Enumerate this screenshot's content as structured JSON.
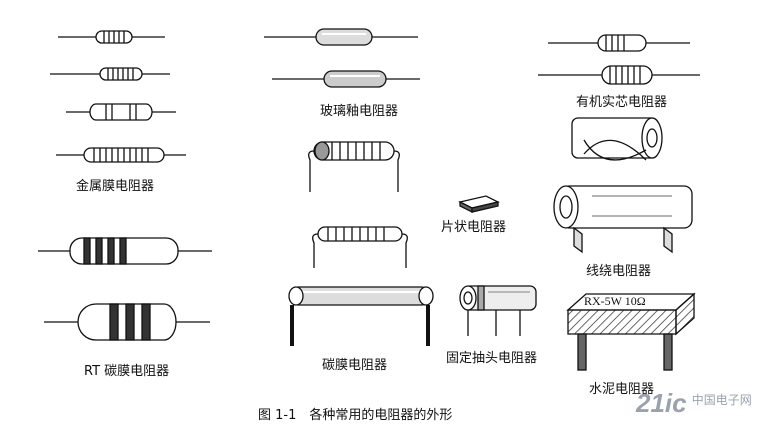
{
  "labels": {
    "glass_glaze": "玻璃釉电阻器",
    "organic_core": "有机实芯电阻器",
    "metal_film": "金属膜电阻器",
    "chip": "片状电阻器",
    "wirewound": "线绕电阻器",
    "rt_carbon": "RT 碳膜电阻器",
    "carbon_film": "碳膜电阻器",
    "fixed_tap": "固定抽头电阻器",
    "cement": "水泥电阻器",
    "cement_marking": "RX-5W 10Ω"
  },
  "caption": "图 1-1　各种常用的电阻器的外形",
  "watermark": {
    "text_main": "21ic",
    "text_sub": "中国电子网",
    "color": "#9aa3ad"
  }
}
